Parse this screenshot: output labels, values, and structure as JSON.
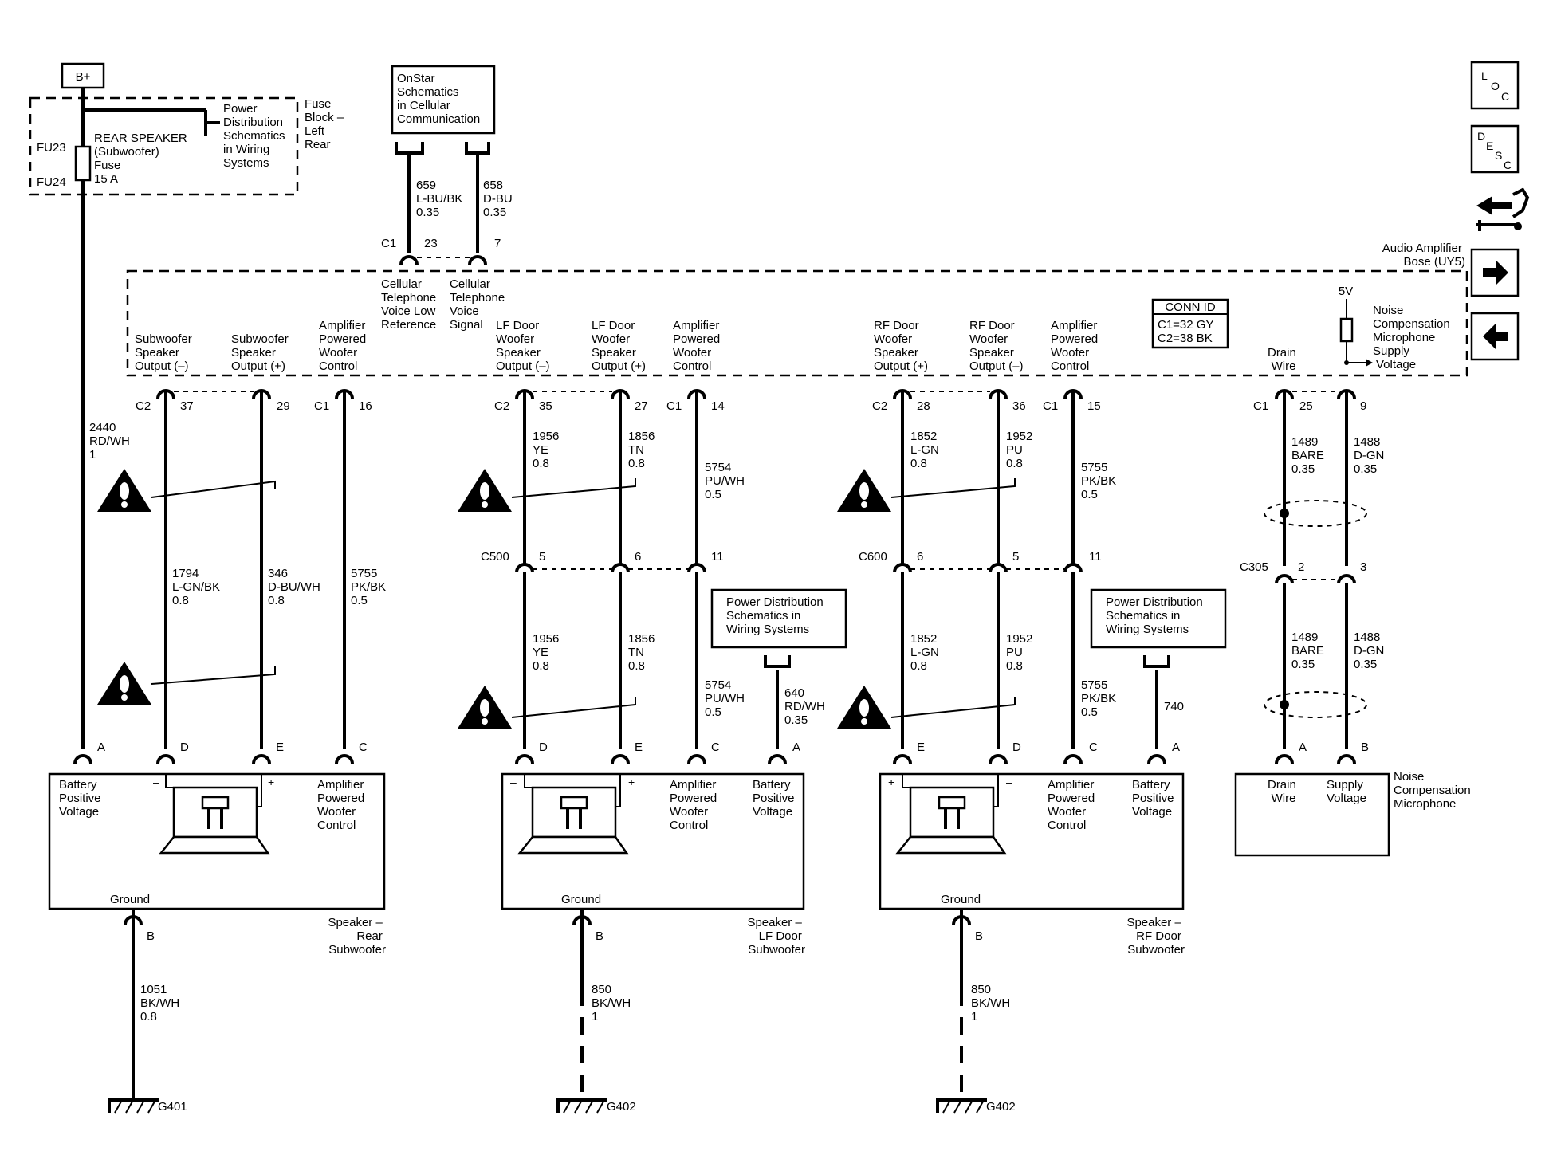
{
  "fuse_block": {
    "supply": "B+",
    "fuse_top": "FU23",
    "fuse_bottom": "FU24",
    "fuse_label": [
      "REAR SPEAKER",
      "(Subwoofer)",
      "Fuse",
      "15 A"
    ],
    "block_label": [
      "Fuse",
      "Block –",
      "Left",
      "Rear"
    ],
    "power_ref": [
      "Power",
      "Distribution",
      "Schematics",
      "in Wiring",
      "Systems"
    ]
  },
  "onstar": {
    "ref": [
      "OnStar",
      "Schematics",
      "in Cellular",
      "Communication"
    ],
    "wire_659": [
      "659",
      "L-BU/BK",
      "0.35"
    ],
    "wire_658": [
      "658",
      "D-BU",
      "0.35"
    ]
  },
  "amplifier": {
    "title": [
      "Audio Amplifier",
      "Bose (UY5)"
    ],
    "conn_id_title": "CONN ID",
    "conn_c1": "C1=32 GY",
    "conn_c2": "C2=38 BK",
    "supply_5v": "5V",
    "pins": {
      "cell_low": [
        "Cellular",
        "Telephone",
        "Voice Low",
        "Reference"
      ],
      "cell_signal": [
        "Cellular",
        "Telephone",
        "Voice",
        "Signal"
      ],
      "sub_neg": [
        "Subwoofer",
        "Speaker",
        "Output (–)"
      ],
      "sub_pos": [
        "Subwoofer",
        "Speaker",
        "Output (+)"
      ],
      "amp_ctrl": [
        "Amplifier",
        "Powered",
        "Woofer",
        "Control"
      ],
      "lf_neg": [
        "LF Door",
        "Woofer",
        "Speaker",
        "Output (–)"
      ],
      "lf_pos": [
        "LF Door",
        "Woofer",
        "Speaker",
        "Output (+)"
      ],
      "rf_pos": [
        "RF Door",
        "Woofer",
        "Speaker",
        "Output (+)"
      ],
      "rf_neg": [
        "RF Door",
        "Woofer",
        "Speaker",
        "Output (–)"
      ],
      "drain": [
        "Drain",
        "Wire"
      ],
      "noise_supply": [
        "Noise",
        "Compensation",
        "Microphone",
        "Supply",
        "Voltage"
      ]
    }
  },
  "conn": {
    "c1": "C1",
    "c2": "C2",
    "p23": "23",
    "p7": "7",
    "p37": "37",
    "p29": "29",
    "p16": "16",
    "p35": "35",
    "p27": "27",
    "p14": "14",
    "p28": "28",
    "p36": "36",
    "p15": "15",
    "p25": "25",
    "p9": "9",
    "c500": "C500",
    "c600": "C600",
    "c305": "C305",
    "n5": "5",
    "n6": "6",
    "n11": "11",
    "n2": "2",
    "n3": "3",
    "pA": "A",
    "pB": "B",
    "pC": "C",
    "pD": "D",
    "pE": "E"
  },
  "wires": {
    "w2440": [
      "2440",
      "RD/WH",
      "1"
    ],
    "w1794": [
      "1794",
      "L-GN/BK",
      "0.8"
    ],
    "w346": [
      "346",
      "D-BU/WH",
      "0.8"
    ],
    "w5755": [
      "5755",
      "PK/BK",
      "0.5"
    ],
    "w1956": [
      "1956",
      "YE",
      "0.8"
    ],
    "w1856": [
      "1856",
      "TN",
      "0.8"
    ],
    "w5754": [
      "5754",
      "PU/WH",
      "0.5"
    ],
    "w1852": [
      "1852",
      "L-GN",
      "0.8"
    ],
    "w1952": [
      "1952",
      "PU",
      "0.8"
    ],
    "w1489": [
      "1489",
      "BARE",
      "0.35"
    ],
    "w1488": [
      "1488",
      "D-GN",
      "0.35"
    ],
    "w640": [
      "640",
      "RD/WH",
      "0.35"
    ],
    "w740": "740",
    "w1051": [
      "1051",
      "BK/WH",
      "0.8"
    ],
    "w850": [
      "850",
      "BK/WH",
      "1"
    ]
  },
  "power_dist": [
    "Power Distribution",
    "Schematics in",
    "Wiring Systems"
  ],
  "speakers": {
    "batt": [
      "Battery",
      "Positive",
      "Voltage"
    ],
    "amp": [
      "Amplifier",
      "Powered",
      "Woofer",
      "Control"
    ],
    "ground": "Ground",
    "rear_name": [
      "Speaker –",
      "Rear",
      "Subwoofer"
    ],
    "lf_name": [
      "Speaker –",
      "LF Door",
      "Subwoofer"
    ],
    "rf_name": [
      "Speaker –",
      "RF Door",
      "Subwoofer"
    ],
    "minus": "–",
    "plus": "+"
  },
  "microphone": {
    "drain": [
      "Drain",
      "Wire"
    ],
    "supply": [
      "Supply",
      "Voltage"
    ],
    "name": [
      "Noise",
      "Compensation",
      "Microphone"
    ]
  },
  "grounds": {
    "g401": "G401",
    "g402": "G402"
  },
  "nav": {
    "loc": [
      "L",
      "O",
      "C"
    ],
    "desc": [
      "D",
      "E",
      "S",
      "C"
    ]
  }
}
